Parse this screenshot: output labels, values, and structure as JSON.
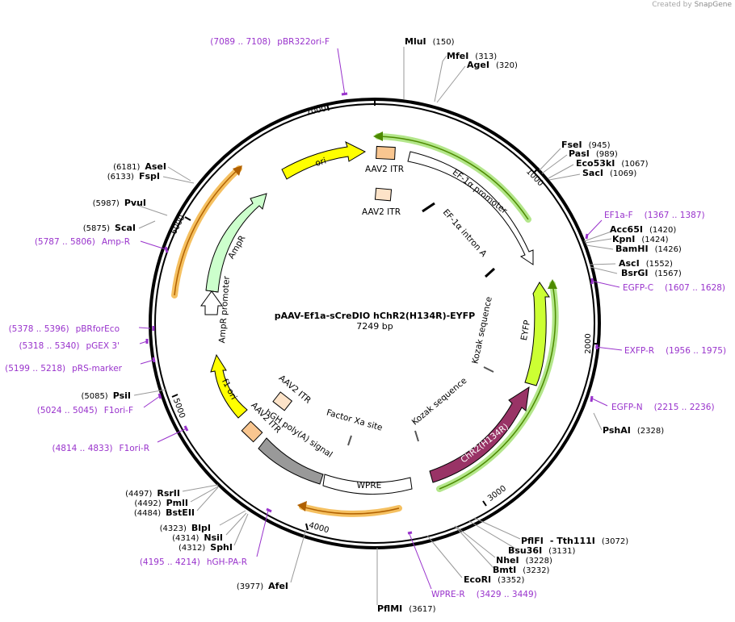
{
  "credit": {
    "prefix": "Created by",
    "brand": "SnapGene"
  },
  "plasmid": {
    "name": "pAAV-Ef1a-sCreDIO hChR2(H134R)-EYFP",
    "length_label": "7249 bp"
  },
  "ticks": [
    "1000",
    "2000",
    "3000",
    "4000",
    "5000",
    "6000",
    "7000"
  ],
  "restriction_sites": [
    {
      "name": "MluI",
      "pos": "(150)"
    },
    {
      "name": "MfeI",
      "pos": "(313)"
    },
    {
      "name": "AgeI",
      "pos": "(320)"
    },
    {
      "name": "FseI",
      "pos": "(945)"
    },
    {
      "name": "PasI",
      "pos": "(989)"
    },
    {
      "name": "Eco53kI",
      "pos": "(1067)"
    },
    {
      "name": "SacI",
      "pos": "(1069)"
    },
    {
      "name": "Acc65I",
      "pos": "(1420)"
    },
    {
      "name": "KpnI",
      "pos": "(1424)"
    },
    {
      "name": "BamHI",
      "pos": "(1426)"
    },
    {
      "name": "AscI",
      "pos": "(1552)"
    },
    {
      "name": "BsrGI",
      "pos": "(1567)"
    },
    {
      "name": "PshAI",
      "pos": "(2328)"
    },
    {
      "name": "PflFI",
      "pos": ""
    },
    {
      "name": "- Tth111I",
      "pos": "(3072)"
    },
    {
      "name": "Bsu36I",
      "pos": "(3131)"
    },
    {
      "name": "NheI",
      "pos": "(3228)"
    },
    {
      "name": "BmtI",
      "pos": "(3232)"
    },
    {
      "name": "EcoRI",
      "pos": "(3352)"
    },
    {
      "name": "PflMI",
      "pos": "(3617)"
    },
    {
      "name": "AfeI",
      "pos": "(3977)"
    },
    {
      "name": "SphI",
      "pos": "(4312)"
    },
    {
      "name": "NsiI",
      "pos": "(4314)"
    },
    {
      "name": "BlpI",
      "pos": "(4323)"
    },
    {
      "name": "BstEII",
      "pos": "(4484)"
    },
    {
      "name": "PmlI",
      "pos": "(4492)"
    },
    {
      "name": "RsrII",
      "pos": "(4497)"
    },
    {
      "name": "PsiI",
      "pos": "(5085)"
    },
    {
      "name": "ScaI",
      "pos": "(5875)"
    },
    {
      "name": "PvuI",
      "pos": "(5987)"
    },
    {
      "name": "FspI",
      "pos": "(6133)"
    },
    {
      "name": "AseI",
      "pos": "(6181)"
    }
  ],
  "primers": [
    {
      "name": "pBR322ori-F",
      "range": "(7089 .. 7108)"
    },
    {
      "name": "EF1a-F",
      "range": "(1367 .. 1387)"
    },
    {
      "name": "EGFP-C",
      "range": "(1607 .. 1628)"
    },
    {
      "name": "EXFP-R",
      "range": "(1956 .. 1975)"
    },
    {
      "name": "EGFP-N",
      "range": "(2215 .. 2236)"
    },
    {
      "name": "WPRE-R",
      "range": "(3429 .. 3449)"
    },
    {
      "name": "hGH-PA-R",
      "range": "(4195 .. 4214)"
    },
    {
      "name": "F1ori-R",
      "range": "(4814 .. 4833)"
    },
    {
      "name": "F1ori-F",
      "range": "(5024 .. 5045)"
    },
    {
      "name": "pRS-marker",
      "range": "(5199 .. 5218)"
    },
    {
      "name": "pGEX 3'",
      "range": "(5318 .. 5340)"
    },
    {
      "name": "pBRforEco",
      "range": "(5378 .. 5396)"
    },
    {
      "name": "Amp-R",
      "range": "(5787 .. 5806)"
    }
  ],
  "features": {
    "ori": "ori",
    "itr_top_1": "AAV2 ITR",
    "itr_top_2": "AAV2 ITR",
    "ef1a_promoter": "EF-1α promoter",
    "ef1a_intron": "EF-1α intron A",
    "kozak_1": "Kozak sequence",
    "kozak_2": "Kozak sequence",
    "eyfp": "EYFP",
    "chr2": "ChR2(H134R)",
    "wpre": "WPRE",
    "factor_xa": "Factor Xa site",
    "hgh_polya": "hGH poly(A) signal",
    "itr_bottom_1": "AAV2 ITR",
    "itr_bottom_2": "AAV2 ITR",
    "f1_ori": "f1 ori",
    "ampr": "AmpR",
    "ampr_promoter": "AmpR promoter"
  },
  "colors": {
    "ori": "#ffff00",
    "itr": "#f9c690",
    "eyfp": "#ccff33",
    "chr2": "#993366",
    "wpre": "#ffffff",
    "hgh_polya": "#999999",
    "f1_ori": "#ffff00",
    "ampr": "#ccffcc",
    "primer": "#9933cc",
    "orf_highlight_orange": "#f5c060",
    "orf_highlight_green": "#b3e68a"
  }
}
